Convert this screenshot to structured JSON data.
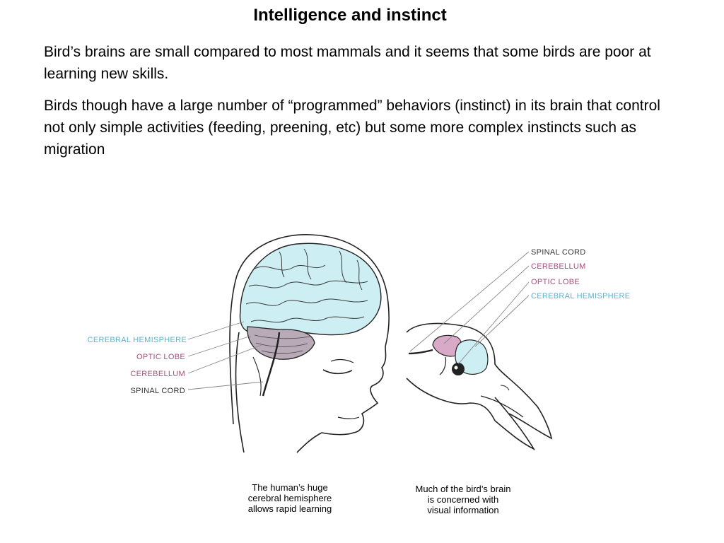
{
  "title": "Intelligence and instinct",
  "paragraphs": [
    "Bird’s brains are small compared to most mammals and it seems that some birds are poor at learning new skills.",
    "Birds though have a large number of “programmed” behaviors (instinct) in its brain that control not only simple activities (feeding, preening, etc) but some more complex instincts such as migration"
  ],
  "human": {
    "labels": [
      "CEREBRAL HEMISPHERE",
      "OPTIC LOBE",
      "CEREBELLUM",
      "SPINAL CORD"
    ],
    "caption": [
      "The human’s huge",
      "cerebral hemisphere",
      "allows rapid learning"
    ]
  },
  "bird": {
    "labels": [
      "SPINAL CORD",
      "CEREBELLUM",
      "OPTIC LOBE",
      "CEREBRAL HEMISPHERE"
    ],
    "caption": [
      "Much of the bird’s brain",
      "is concerned with",
      "visual information"
    ]
  },
  "colors": {
    "hemisphere": "#5ab3cc",
    "optic_lobe": "#a3507a",
    "cerebellum": "#a3507a",
    "spinal_cord": "#333333",
    "brain_fill": "#cdeef2",
    "cerebellum_fill": "#d9a9c8"
  }
}
